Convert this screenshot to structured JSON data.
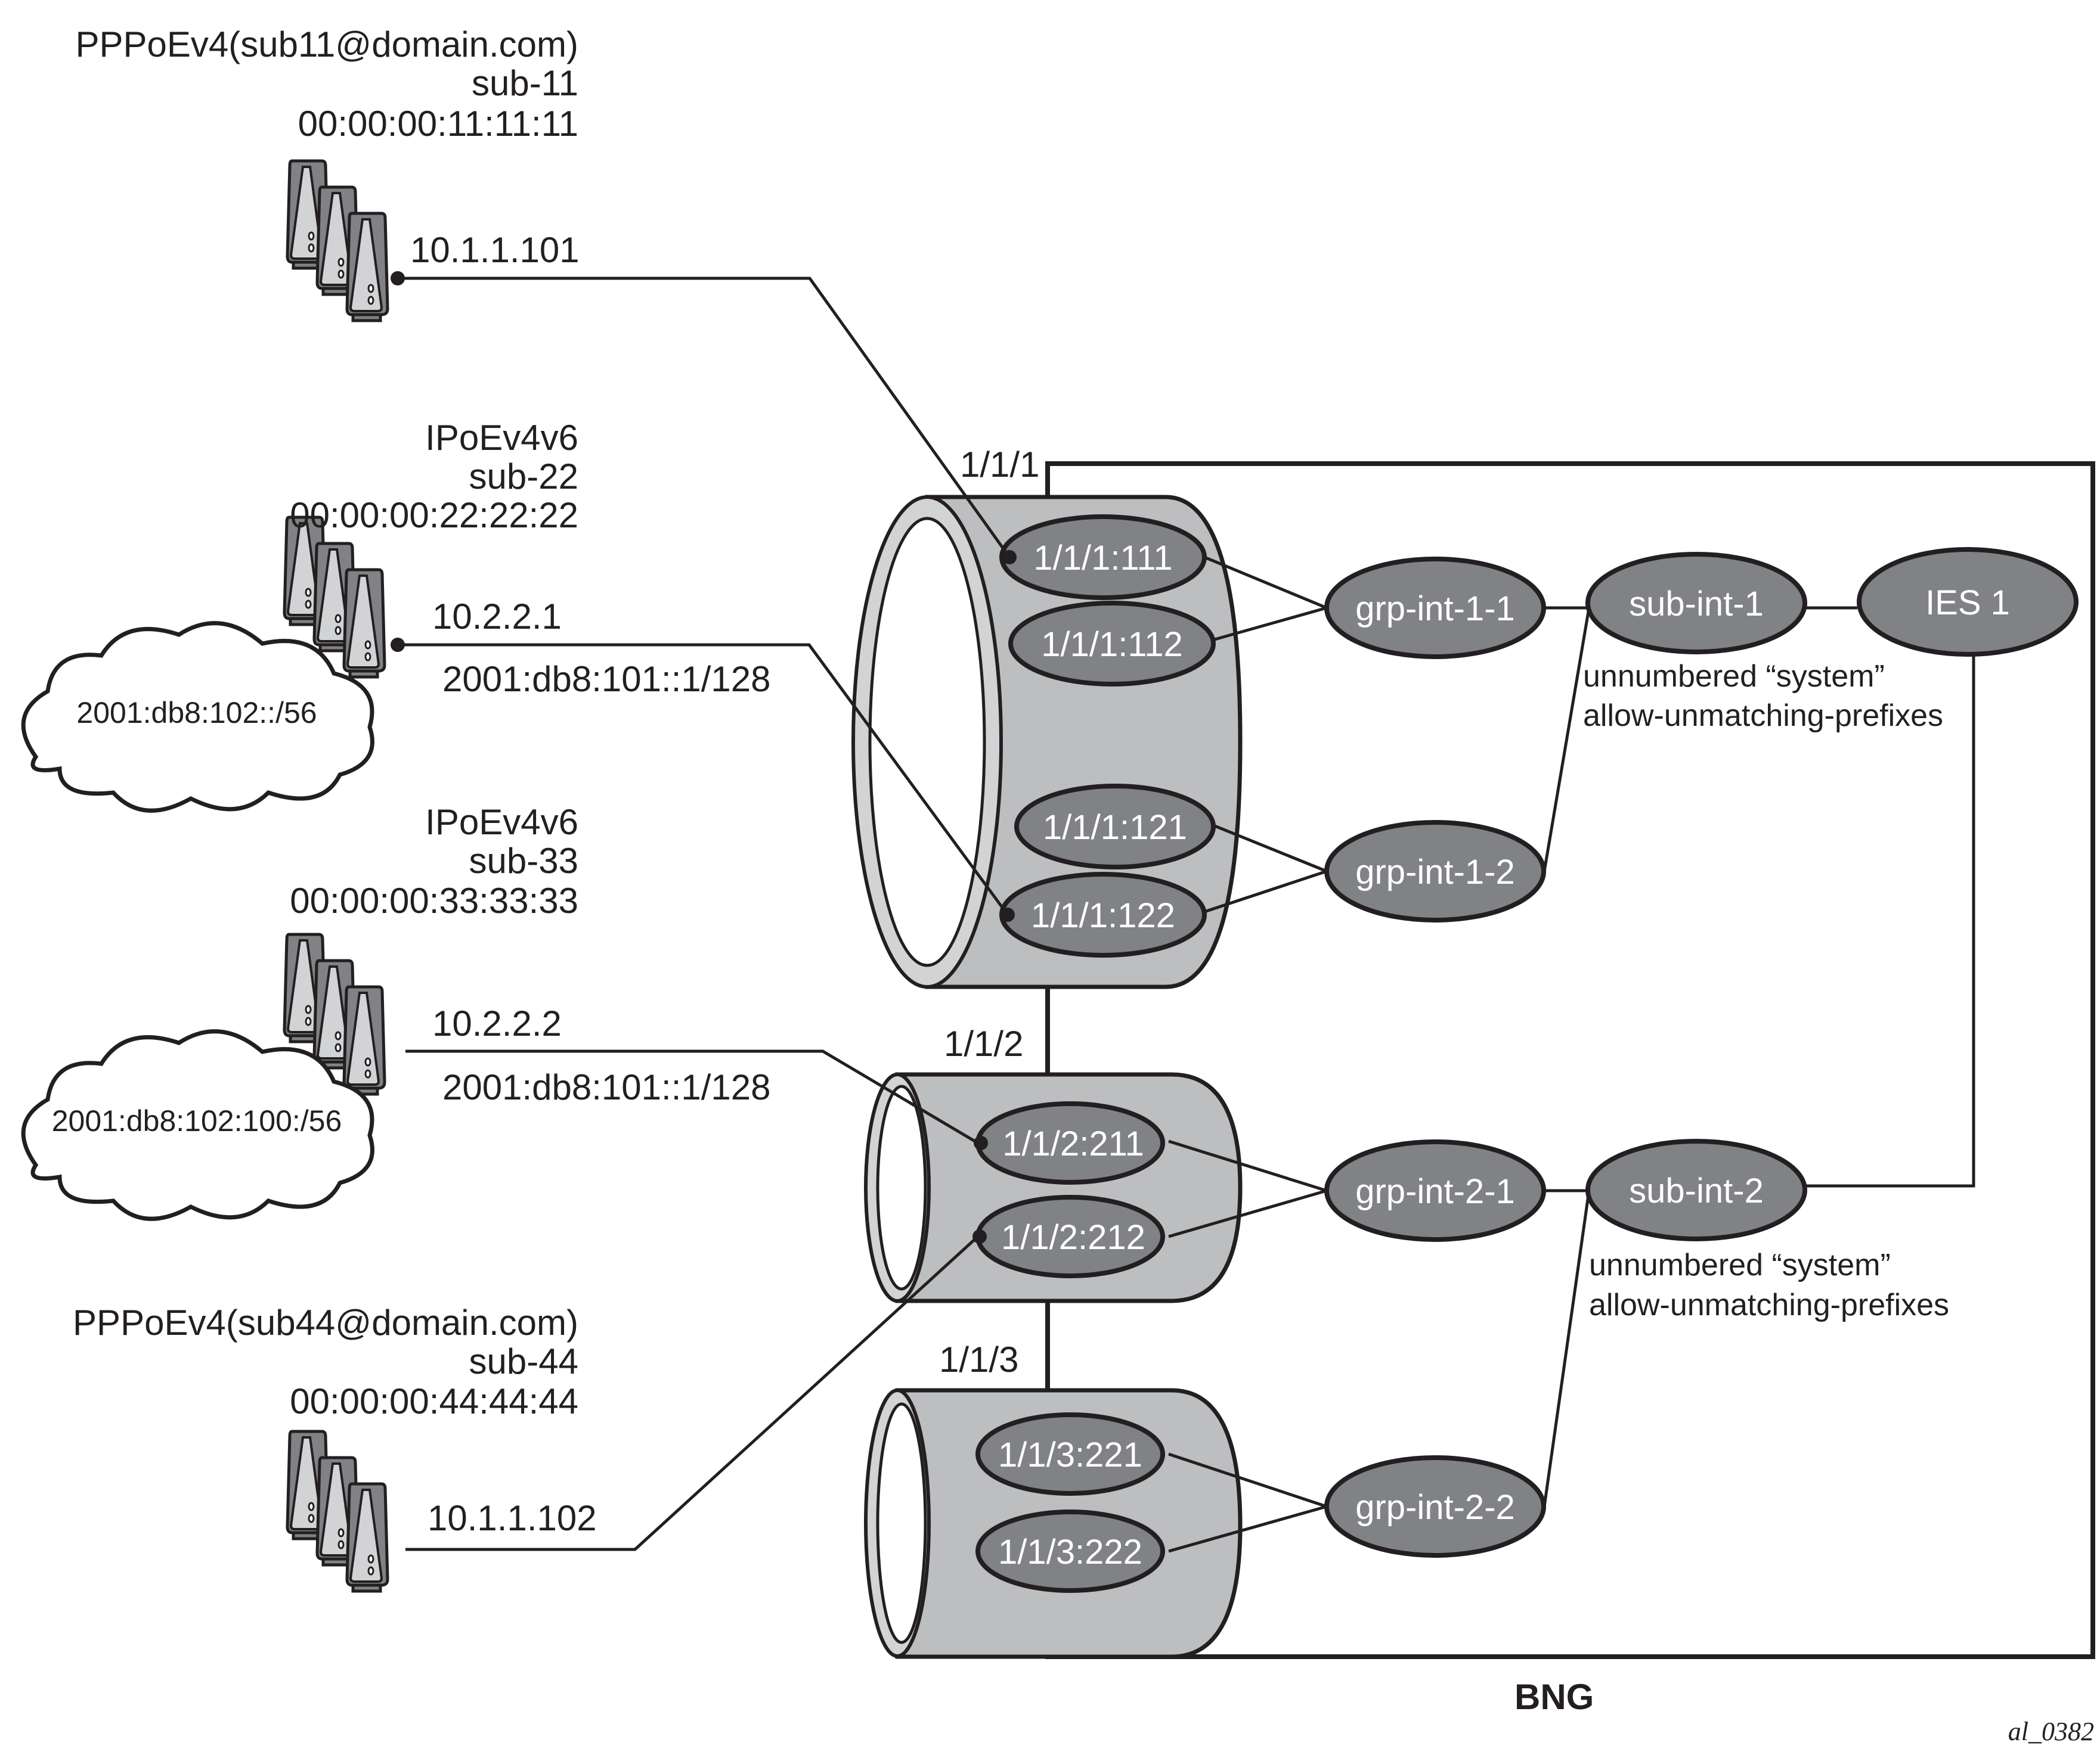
{
  "diagram": {
    "title": "BNG",
    "figure_id": "al_0382",
    "colors": {
      "line": "#231f20",
      "node_fill": "#808285",
      "cylinder_fill": "#bcbec0",
      "cylinder_rim": "#d1d3d4",
      "node_text": "#ffffff"
    }
  },
  "subscribers": [
    {
      "id": "sub11",
      "protocol": "PPPoEv4(sub11@domain.com)",
      "name": "sub-11",
      "mac": "00:00:00:11:11:11",
      "ipv4": "10.1.1.101",
      "ipv6": null,
      "cloud_prefix": null,
      "connects_to": "1/1/1:111"
    },
    {
      "id": "sub22",
      "protocol": "IPoEv4v6",
      "name": "sub-22",
      "mac": "00:00:00:22:22:22",
      "ipv4": "10.2.2.1",
      "ipv6": "2001:db8:101::1/128",
      "cloud_prefix": "2001:db8:102::/56",
      "connects_to": "1/1/1:122"
    },
    {
      "id": "sub33",
      "protocol": "IPoEv4v6",
      "name": "sub-33",
      "mac": "00:00:00:33:33:33",
      "ipv4": "10.2.2.2",
      "ipv6": "2001:db8:101::1/128",
      "cloud_prefix": "2001:db8:102:100:/56",
      "connects_to": "1/1/2:211"
    },
    {
      "id": "sub44",
      "protocol": "PPPoEv4(sub44@domain.com)",
      "name": "sub-44",
      "mac": "00:00:00:44:44:44",
      "ipv4": "10.1.1.102",
      "ipv6": null,
      "cloud_prefix": null,
      "connects_to": "1/1/2:212"
    }
  ],
  "ports": [
    {
      "name": "1/1/1",
      "saps": [
        "1/1/1:111",
        "1/1/1:112",
        "1/1/1:121",
        "1/1/1:122"
      ]
    },
    {
      "name": "1/1/2",
      "saps": [
        "1/1/2:211",
        "1/1/2:212"
      ]
    },
    {
      "name": "1/1/3",
      "saps": [
        "1/1/3:221",
        "1/1/3:222"
      ]
    }
  ],
  "group_interfaces": [
    {
      "name": "grp-int-1-1",
      "saps": [
        "1/1/1:111",
        "1/1/1:112"
      ],
      "subscriber_interface": "sub-int-1"
    },
    {
      "name": "grp-int-1-2",
      "saps": [
        "1/1/1:121",
        "1/1/1:122"
      ],
      "subscriber_interface": "sub-int-1"
    },
    {
      "name": "grp-int-2-1",
      "saps": [
        "1/1/2:211",
        "1/1/2:212"
      ],
      "subscriber_interface": "sub-int-2"
    },
    {
      "name": "grp-int-2-2",
      "saps": [
        "1/1/3:221",
        "1/1/3:222"
      ],
      "subscriber_interface": "sub-int-2"
    }
  ],
  "subscriber_interfaces": [
    {
      "name": "sub-int-1",
      "note_line1": "unnumbered “system”",
      "note_line2": "allow-unmatching-prefixes",
      "service": "IES 1"
    },
    {
      "name": "sub-int-2",
      "note_line1": "unnumbered “system”",
      "note_line2": "allow-unmatching-prefixes",
      "service": "IES 1"
    }
  ],
  "services": [
    {
      "name": "IES 1"
    }
  ]
}
